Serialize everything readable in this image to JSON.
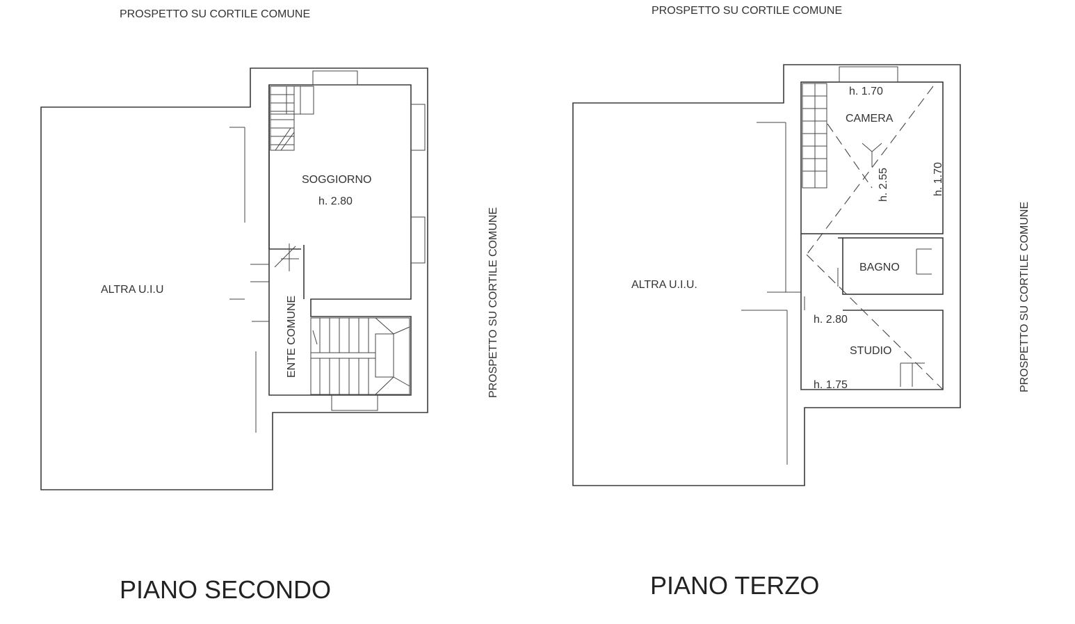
{
  "left_plan": {
    "top_label": "PROSPETTO SU CORTILE COMUNE",
    "side_label": "PROSPETTO SU CORTILE COMUNE",
    "room_soggiorno": "SOGGIORNO",
    "height_soggiorno": "h. 2.80",
    "room_altra": "ALTRA U.I.U",
    "room_ente": "ENTE COMUNE",
    "title": "PIANO SECONDO"
  },
  "right_plan": {
    "top_label": "PROSPETTO SU CORTILE COMUNE",
    "side_label": "PROSPETTO SU CORTILE COMUNE",
    "room_altra": "ALTRA U.I.U.",
    "room_camera": "CAMERA",
    "height_camera_top": "h. 1.70",
    "height_camera_mid": "h. 2.55",
    "height_camera_side": "h. 1.70",
    "room_bagno": "BAGNO",
    "height_studio_top": "h. 2.80",
    "room_studio": "STUDIO",
    "height_studio_bottom": "h. 1.75",
    "title": "PIANO TERZO"
  }
}
